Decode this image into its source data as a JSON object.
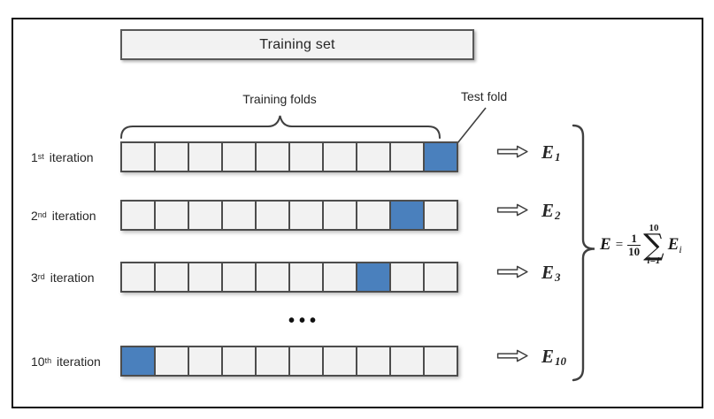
{
  "figure": {
    "training_set_label": "Training set",
    "training_folds_label": "Training folds",
    "test_fold_label": "Test fold",
    "dots": "•••",
    "num_folds": 10,
    "rows": [
      {
        "label_num": "1",
        "label_sup": "st",
        "label_rest": "iteration",
        "test_fold_index": 9,
        "result_base": "E",
        "result_sub": "1"
      },
      {
        "label_num": "2",
        "label_sup": "nd",
        "label_rest": "iteration",
        "test_fold_index": 8,
        "result_base": "E",
        "result_sub": "2"
      },
      {
        "label_num": "3",
        "label_sup": "rd",
        "label_rest": "iteration",
        "test_fold_index": 7,
        "result_base": "E",
        "result_sub": "3"
      },
      {
        "label_num": "10",
        "label_sup": "th",
        "label_rest": "iteration",
        "test_fold_index": 0,
        "result_base": "E",
        "result_sub": "10"
      }
    ],
    "formula": {
      "lhs": "E",
      "equals": "=",
      "frac_num": "1",
      "frac_den": "10",
      "sigma": "∑",
      "sum_upper": "10",
      "sum_lower": "i=1",
      "rhs_base": "E",
      "rhs_sub": "i"
    },
    "colors": {
      "fold_fill": "#f2f2f2",
      "cell_border": "#4d4d4d",
      "test_fold_fill": "#4a80bd",
      "text": "#262626",
      "stroke": "#404040",
      "figure_border": "#0c0c0c"
    }
  }
}
